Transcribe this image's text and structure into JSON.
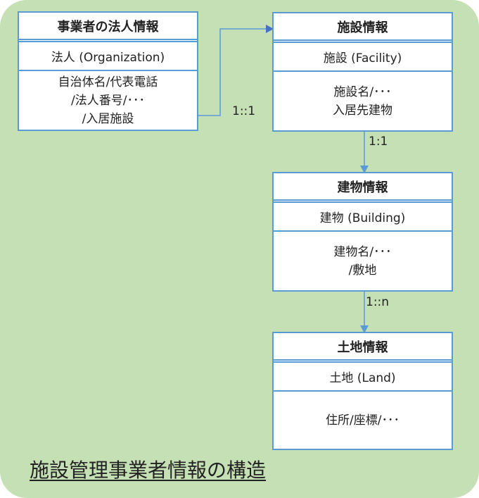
{
  "colors": {
    "background": "#c5e0b4",
    "border": "#5b9bd5",
    "connector": "#5b9bd5"
  },
  "entities": [
    {
      "title": "事業者の法人情報",
      "class": "法人 (Organization)",
      "attributes": [
        "自治体名/代表電話",
        "/法人番号/･･･",
        "/入居施設"
      ]
    },
    {
      "title": "施設情報",
      "class": "施設 (Facility)",
      "attributes": [
        "施設名/･･･",
        "入居先建物"
      ]
    },
    {
      "title": "建物情報",
      "class": "建物 (Building)",
      "attributes": [
        "建物名/･･･",
        "/敷地"
      ]
    },
    {
      "title": "土地情報",
      "class": "土地 (Land)",
      "attributes": [
        "住所/座標/･･･"
      ]
    }
  ],
  "relations": [
    {
      "from": "事業者の法人情報",
      "to": "施設情報",
      "label": "1::1"
    },
    {
      "from": "施設情報",
      "to": "建物情報",
      "label": "1:1"
    },
    {
      "from": "建物情報",
      "to": "土地情報",
      "label": "1::n"
    }
  ],
  "title": "施設管理事業者情報の構造"
}
